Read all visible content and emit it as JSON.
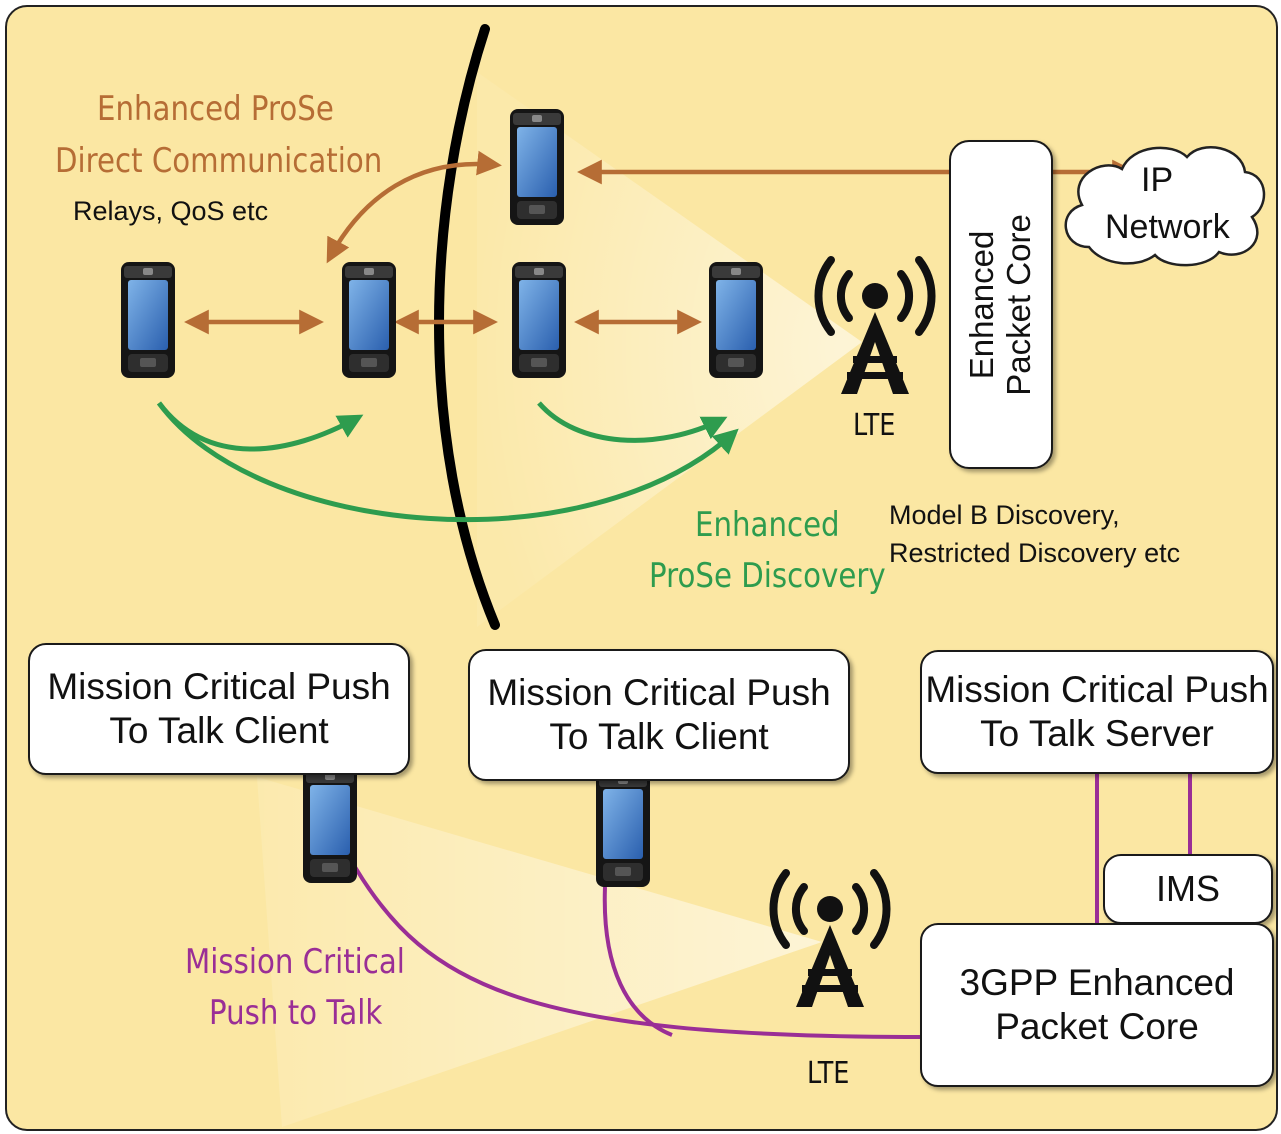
{
  "labels": {
    "prose_comm_line1": "Enhanced ProSe",
    "prose_comm_line2": "Direct Communication",
    "prose_comm_sub": "Relays, QoS etc",
    "prose_disc_line1": "Enhanced",
    "prose_disc_line2": "ProSe Discovery",
    "disc_note_line1": "Model B Discovery,",
    "disc_note_line2": "Restricted Discovery etc",
    "lte_top": "LTE",
    "lte_bottom": "LTE",
    "ip_line1": "IP",
    "ip_line2": "Network",
    "epc_top_line1": "Enhanced",
    "epc_top_line2": "Packet Core",
    "mcptt_line1": "Mission Critical",
    "mcptt_line2": "Push to Talk"
  },
  "boxes": {
    "client1_line1": "Mission Critical Push",
    "client1_line2": "To Talk Client",
    "client2_line1": "Mission Critical Push",
    "client2_line2": "To Talk Client",
    "server_line1": "Mission Critical Push",
    "server_line2": "To Talk Server",
    "ims": "IMS",
    "epc_bottom_line1": "3GPP Enhanced",
    "epc_bottom_line2": "Packet Core"
  },
  "colors": {
    "background": "#fbe7a3",
    "direct_comm": "#b66d35",
    "discovery": "#2e9c4e",
    "mcptt": "#9a2e96"
  },
  "icons": [
    "mobile-phone-icon",
    "cell-tower-icon",
    "cloud-icon"
  ]
}
